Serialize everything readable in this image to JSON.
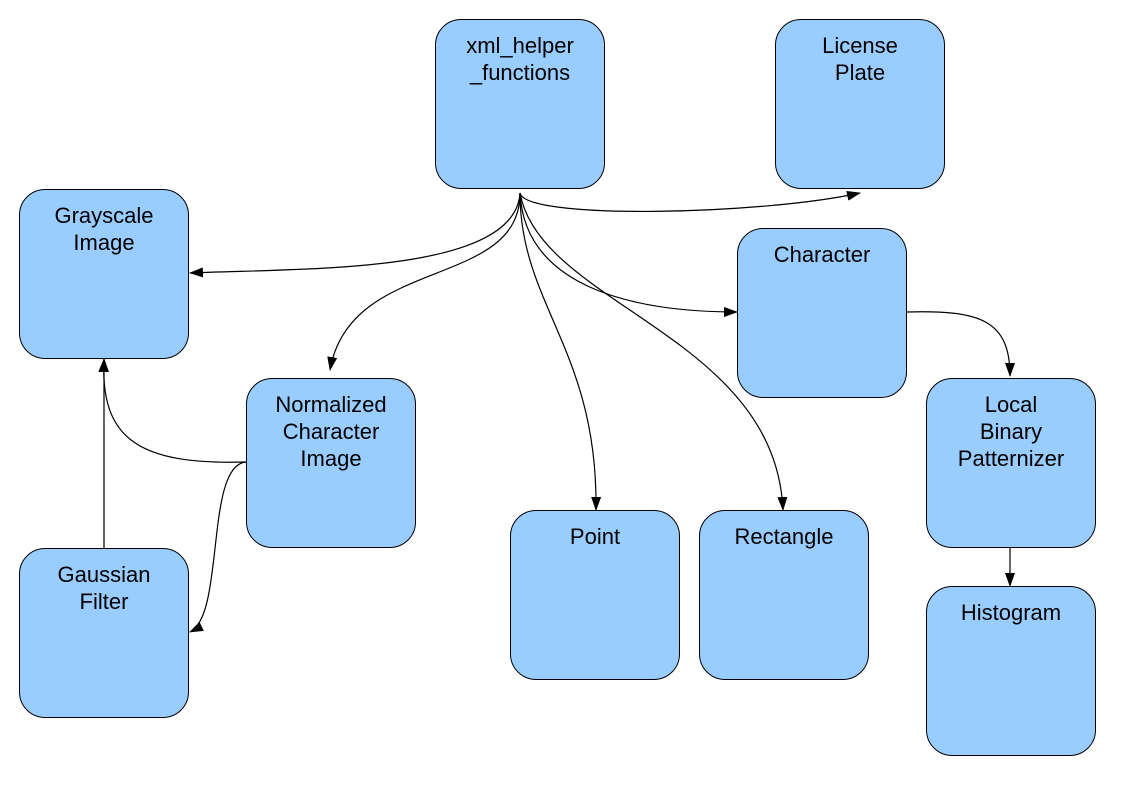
{
  "nodes": {
    "xml": {
      "label": "xml_helper\n_functions"
    },
    "plate": {
      "label": "License\nPlate"
    },
    "gray": {
      "label": "Grayscale\nImage"
    },
    "character": {
      "label": "Character"
    },
    "norm": {
      "label": "Normalized\nCharacter\nImage"
    },
    "lbp": {
      "label": "Local\nBinary\nPatternizer"
    },
    "gauss": {
      "label": "Gaussian\nFilter"
    },
    "point": {
      "label": "Point"
    },
    "rect": {
      "label": "Rectangle"
    },
    "hist": {
      "label": "Histogram"
    }
  },
  "edges": [
    {
      "from": "xml_helper_functions",
      "to": "License Plate"
    },
    {
      "from": "xml_helper_functions",
      "to": "Grayscale Image"
    },
    {
      "from": "xml_helper_functions",
      "to": "Normalized Character Image"
    },
    {
      "from": "xml_helper_functions",
      "to": "Point"
    },
    {
      "from": "xml_helper_functions",
      "to": "Rectangle"
    },
    {
      "from": "xml_helper_functions",
      "to": "Character"
    },
    {
      "from": "Character",
      "to": "Local Binary Patternizer"
    },
    {
      "from": "Local Binary Patternizer",
      "to": "Histogram"
    },
    {
      "from": "Normalized Character Image",
      "to": "Grayscale Image"
    },
    {
      "from": "Normalized Character Image",
      "to": "Gaussian Filter"
    },
    {
      "from": "Gaussian Filter",
      "to": "Grayscale Image"
    }
  ],
  "colors": {
    "node_fill": "#99ccff",
    "stroke": "#000000"
  }
}
